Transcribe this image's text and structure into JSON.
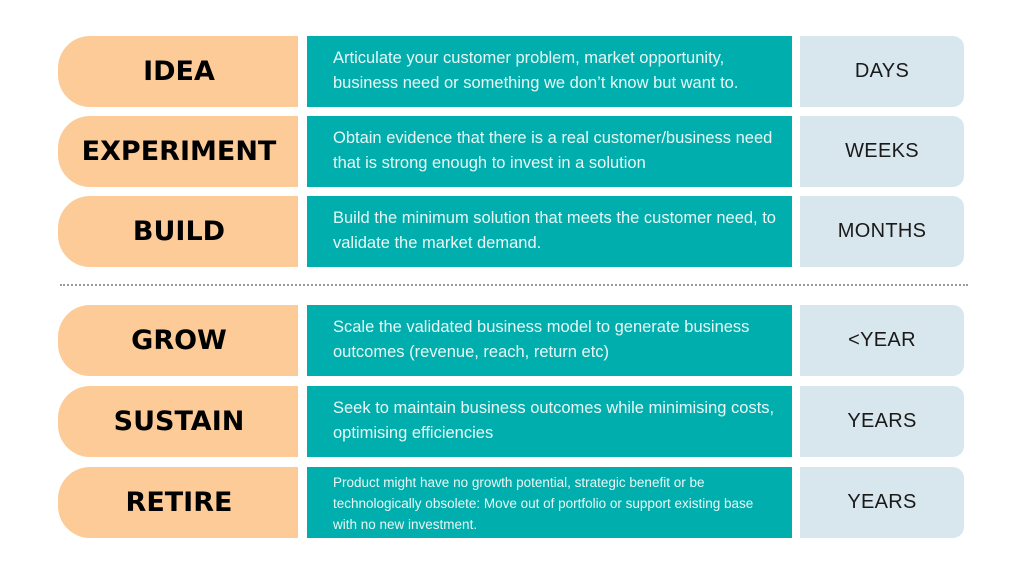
{
  "lifecycle": {
    "phases_before_divider": [
      {
        "stage": "IDEA",
        "description": "Articulate your customer problem, market opportunity, business need or something we don’t know but want to.",
        "duration": "DAYS"
      },
      {
        "stage": "EXPERIMENT",
        "description": "Obtain evidence that there is a real customer/business need that is strong enough to invest in a solution",
        "duration": "WEEKS"
      },
      {
        "stage": "BUILD",
        "description": "Build the minimum solution that meets the customer need, to validate the market demand.",
        "duration": "MONTHS"
      }
    ],
    "phases_after_divider": [
      {
        "stage": "GROW",
        "description": "Scale the validated business model to generate business outcomes (revenue, reach, return etc)",
        "duration": "<YEAR"
      },
      {
        "stage": "SUSTAIN",
        "description": "Seek to maintain business outcomes while minimising costs, optimising efficiencies",
        "duration": "YEARS"
      },
      {
        "stage": "RETIRE",
        "description": "Product might have no growth potential, strategic benefit or be technologically obsolete: Move out of portfolio or support existing base with no new investment.",
        "duration": "YEARS"
      }
    ]
  },
  "colors": {
    "stage_fill": "#fdcb98",
    "description_fill": "#00afad",
    "duration_fill": "#d8e7ee",
    "stage_text": "#000000",
    "description_text": "#e8f7f6",
    "duration_text": "#1a1a1a",
    "divider": "#9a9a9a",
    "background": "#ffffff"
  }
}
